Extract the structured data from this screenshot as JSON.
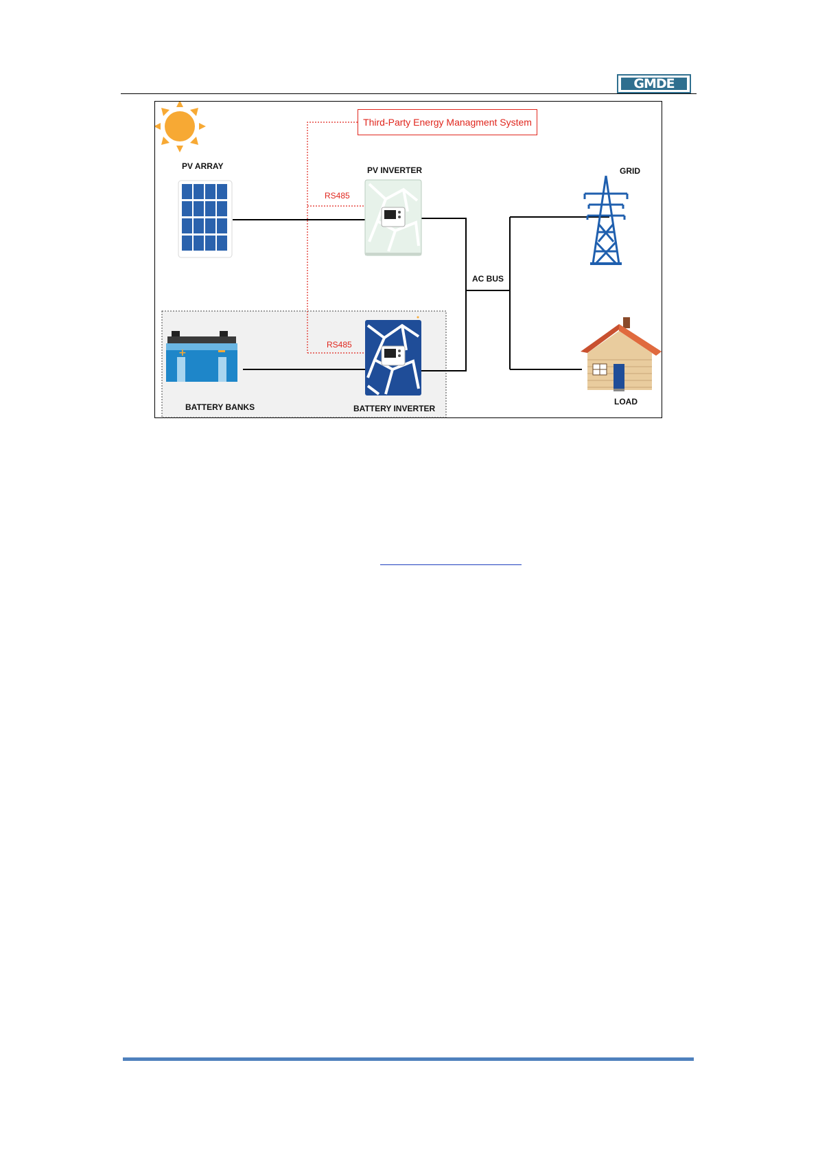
{
  "header": {
    "logo_text": "GMDE"
  },
  "diagram": {
    "labels": {
      "pv_array": "PV ARRAY",
      "pv_inverter": "PV INVERTER",
      "grid": "GRID",
      "ac_bus": "AC BUS",
      "battery_banks": "BATTERY BANKS",
      "battery_inverter": "BATTERY INVERTER",
      "load": "LOAD",
      "ems": "Third-Party Energy Managment System",
      "rs485_pv": "RS485",
      "rs485_battery": "RS485"
    },
    "colors": {
      "comm_line": "#e0261d",
      "power_line": "#000000",
      "solar_blue": "#2a62ad",
      "sun": "#f7a934",
      "pylon": "#1f5fae"
    },
    "icons": [
      "sun-icon",
      "solar-panel-icon",
      "pv-inverter-icon",
      "transmission-tower-icon",
      "battery-icon",
      "battery-inverter-icon",
      "house-icon"
    ]
  }
}
